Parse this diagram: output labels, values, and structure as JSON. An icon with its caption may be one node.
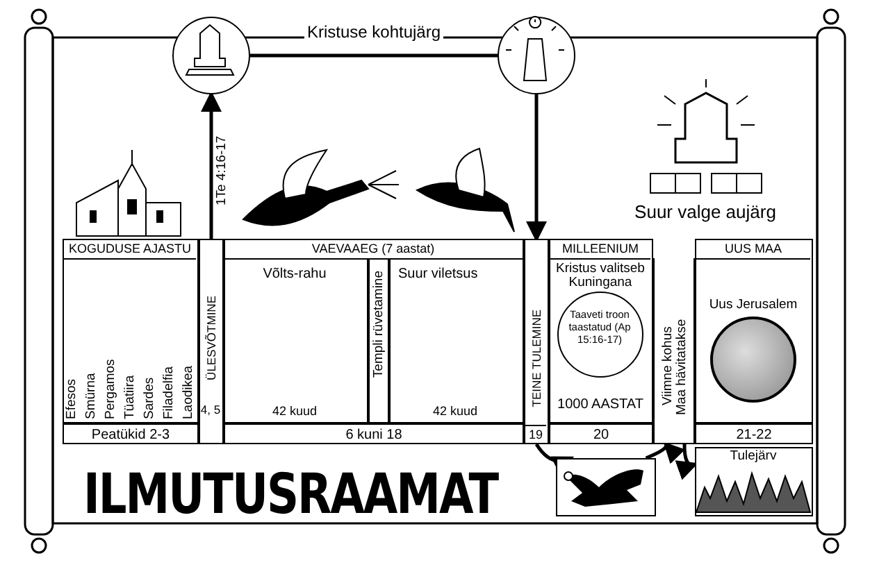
{
  "diagram": {
    "title": "ILMUTUSRAAMAT",
    "nodes": [
      {
        "text": [],
        "shape": "picture"
      },
      {
        "text": [],
        "shape": "picture"
      },
      {
        "text": [
          "KOGUDUSE AJASTU"
        ]
      },
      {
        "text": [
          "ÜLESVÕTMINE",
          "4, 5"
        ]
      },
      {
        "text": [
          "VAEVAAEG (7 aastat)"
        ]
      },
      {
        "text": [
          "Võlts-rahu",
          "42 kuud"
        ],
        "in": 4
      },
      {
        "text": [
          "Templi rüvetamine"
        ],
        "in": 4
      },
      {
        "text": [
          "Suur viletsus",
          "42 kuud"
        ],
        "in": 4
      },
      {
        "text": [
          "TEINE TULEMINE",
          "19"
        ]
      },
      {
        "text": [
          "MILLEENIUM",
          "Kristus valitseb Kuningana",
          "1000 AASTAT"
        ]
      },
      {
        "text": [
          "Taaveti troon taastatud (Ap 15:16-17)"
        ],
        "in": 9
      },
      {
        "text": [
          "Viimne kohus",
          "Maa hävitatakse"
        ]
      },
      {
        "text": [
          "Suur valge aujärg"
        ]
      },
      {
        "text": [
          "UUS MAA",
          "Uus Jerusalem"
        ]
      },
      {
        "text": [],
        "shape": "circle",
        "in": 13
      },
      {
        "text": [],
        "shape": "picture"
      },
      {
        "text": [
          "Tulejärv"
        ]
      }
    ],
    "edges": [
      {
        "from": 3,
        "to": 0,
        "arrow": "to"
      },
      {
        "from": 0,
        "to": 1,
        "arrow": "none",
        "label": "Kristuse kohtujärg"
      },
      {
        "from": 1,
        "to": 8,
        "arrow": "to"
      },
      {
        "from": 8,
        "to": 15,
        "arrow": "to"
      },
      {
        "from": 15,
        "to": 11,
        "arrow": "to"
      },
      {
        "from": 11,
        "to": 16,
        "arrow": "to"
      }
    ],
    "labels": [
      "1Te 4:16-17",
      "Efesos",
      "Smürna",
      "Pergamos",
      "Tüatiira",
      "Sardes",
      "Filadelfia",
      "Laodikea",
      "Peatükid 2-3",
      "6 kuni 18",
      "20",
      "21-22"
    ]
  }
}
